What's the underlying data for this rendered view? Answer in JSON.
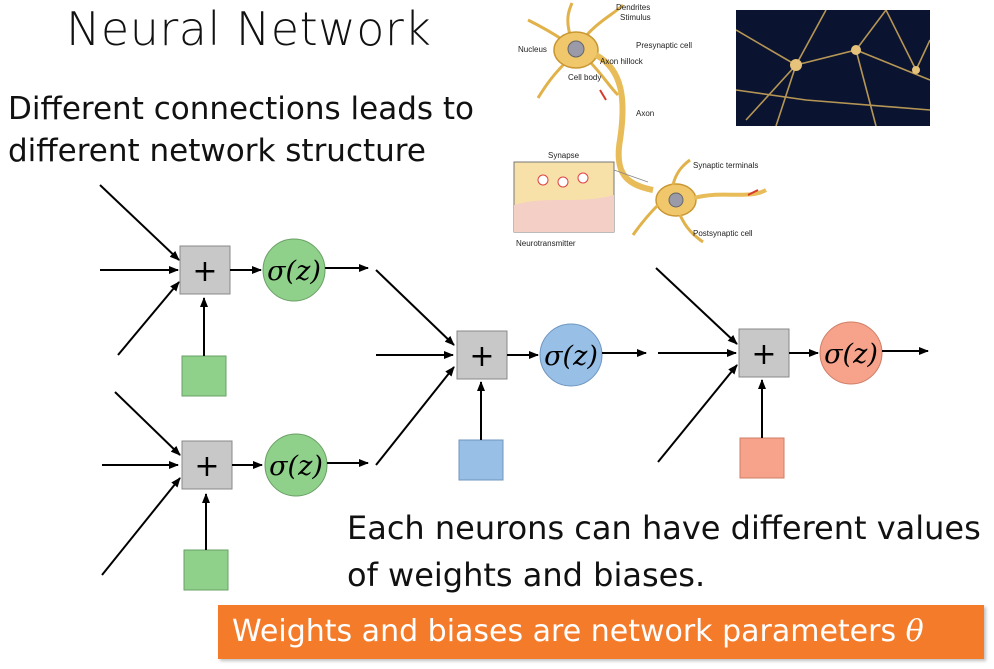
{
  "slide": {
    "title": "Neural Network",
    "connection_note_line1": "Different connections leads to",
    "connection_note_line2": "different network structure",
    "bias_note_line1": "Each neurons can have different values",
    "bias_note_line2": "of weights and biases.",
    "banner_text": "Weights and biases are network parameters ",
    "banner_symbol": "θ"
  },
  "network": {
    "sum_symbol": "+",
    "activation_label": "σ(z)",
    "colors": {
      "layer1": "#8fd08a",
      "layer2": "#98bfe6",
      "layer3": "#f7a38c",
      "sum_box": "#c8c8c8",
      "banner": "#f47b2a"
    }
  },
  "neuron_figure": {
    "labels": {
      "dendrites": "Dendrites",
      "stimulus": "Stimulus",
      "nucleus": "Nucleus",
      "axon_hillock": "Axon hillock",
      "presynaptic": "Presynaptic cell",
      "cell_body": "Cell body",
      "axon": "Axon",
      "synapse": "Synapse",
      "synaptic_terminals": "Synaptic terminals",
      "postsynaptic": "Postsynaptic cell",
      "neurotransmitter": "Neurotransmitter"
    }
  }
}
